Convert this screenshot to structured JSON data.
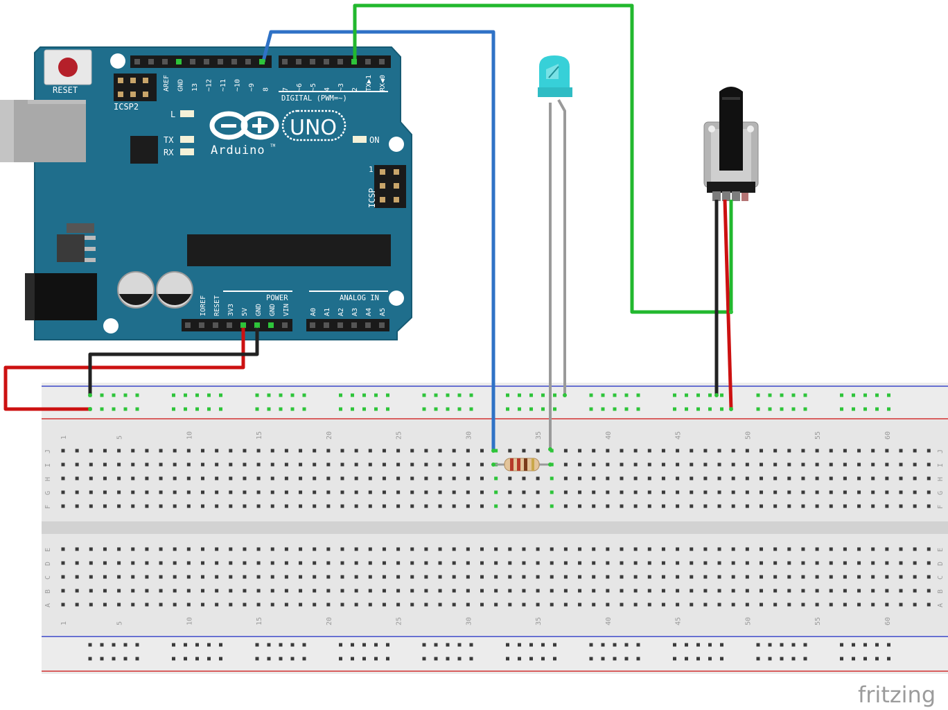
{
  "arduino": {
    "reset_label": "RESET",
    "icsp2_label": "ICSP2",
    "icsp_label": "ICSP",
    "icsp_pin1": "1",
    "digital_label": "DIGITAL (PWM=~)",
    "power_label": "POWER",
    "analog_label": "ANALOG IN",
    "brand": "Arduino",
    "tm": "TM",
    "model": "UNO",
    "led_l": "L",
    "led_tx": "TX",
    "led_rx": "RX",
    "led_on": "ON",
    "top_header_left": [
      "AREF",
      "GND",
      "13",
      "~12",
      "~11",
      "~10",
      "~9",
      "8"
    ],
    "top_header_right": [
      "7",
      "~6",
      "~5",
      "4",
      "~3",
      "2",
      "TX▶1",
      "RX◀0"
    ],
    "power_pins": [
      "IOREF",
      "RESET",
      "3V3",
      "5V",
      "GND",
      "GND",
      "VIN"
    ],
    "analog_pins": [
      "A0",
      "A1",
      "A2",
      "A3",
      "A4",
      "A5"
    ]
  },
  "breadboard": {
    "top_row_letters": [
      "J",
      "I",
      "H",
      "G",
      "F"
    ],
    "bottom_row_letters": [
      "E",
      "D",
      "C",
      "B",
      "A"
    ],
    "column_numbers": [
      "1",
      "5",
      "10",
      "15",
      "20",
      "25",
      "30",
      "35",
      "40",
      "45",
      "50",
      "55",
      "60"
    ],
    "columns": 63
  },
  "wires": [
    {
      "name": "wire-5v-red",
      "color": "#cc1111"
    },
    {
      "name": "wire-gnd-black",
      "color": "#222222"
    },
    {
      "name": "wire-pin8-blue",
      "color": "#2f72c6"
    },
    {
      "name": "wire-pin2-green",
      "color": "#22b82e"
    },
    {
      "name": "wire-led-leg",
      "color": "#9a9a9a"
    },
    {
      "name": "wire-pot-gnd",
      "color": "#222222"
    },
    {
      "name": "wire-pot-vcc",
      "color": "#cc1111"
    },
    {
      "name": "wire-pot-signal",
      "color": "#22b82e"
    }
  ],
  "colors": {
    "board": "#1f6e8c",
    "led": "#37d0d8",
    "breadboard": "#e4e4e4",
    "rail_blue": "#3b47c8",
    "rail_red": "#d12f2f"
  },
  "watermark": "fritzing"
}
